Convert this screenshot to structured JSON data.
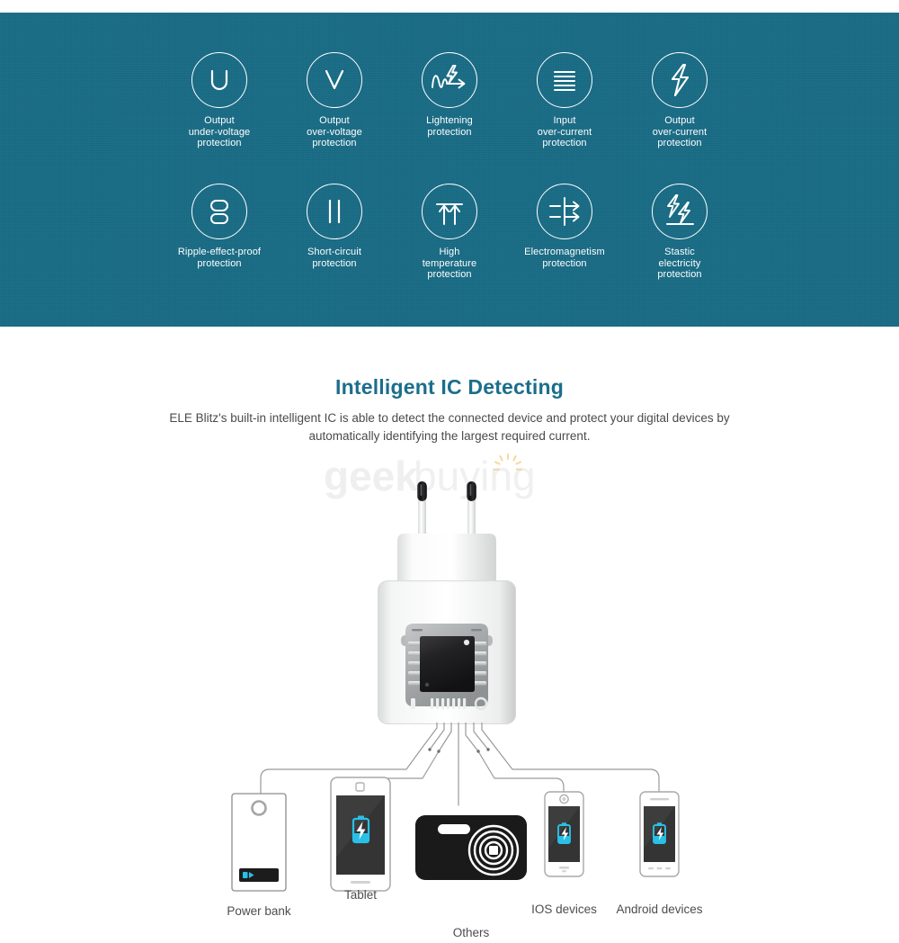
{
  "protection": {
    "background_color": "#176b85",
    "features": [
      {
        "icon": "output-under-voltage-icon",
        "label": "Output\nunder-voltage\nprotection"
      },
      {
        "icon": "output-over-voltage-icon",
        "label": "Output\nover-voltage\nprotection"
      },
      {
        "icon": "lightening-protection-icon",
        "label": "Lightening\nprotection"
      },
      {
        "icon": "input-over-current-icon",
        "label": "Input\nover-current\nprotection"
      },
      {
        "icon": "output-over-current-icon",
        "label": "Output\nover-current\nprotection"
      },
      {
        "icon": "ripple-effect-proof-icon",
        "label": "Ripple-effect-proof\nprotection"
      },
      {
        "icon": "short-circuit-icon",
        "label": "Short-circuit\nprotection"
      },
      {
        "icon": "high-temperature-icon",
        "label": "High\ntemperature\nprotection"
      },
      {
        "icon": "electromagnetism-icon",
        "label": "Electromagnetism\nprotection"
      },
      {
        "icon": "stastic-electricity-icon",
        "label": "Stastic\nelectricity\nprotection"
      }
    ]
  },
  "ic_section": {
    "title": "Intelligent IC Detecting",
    "title_color": "#1b6e8b",
    "description": "ELE Blitz's built-in intelligent IC is able to detect the connected device and  protect your digital devices by automatically identifying the largest required current.",
    "watermark": {
      "text_primary": "geek",
      "text_secondary": "buying",
      "accent_color": "#f5a623"
    },
    "product": "eu-wall-charger-with-ic-chip",
    "devices": [
      {
        "icon": "power-bank-icon",
        "label": "Power bank"
      },
      {
        "icon": "tablet-icon",
        "label": "Tablet"
      },
      {
        "icon": "camera-icon",
        "label": "Others"
      },
      {
        "icon": "iphone-icon",
        "label": "IOS devices"
      },
      {
        "icon": "android-phone-icon",
        "label": "Android devices"
      }
    ],
    "battery_accent_color": "#29c0e8"
  }
}
